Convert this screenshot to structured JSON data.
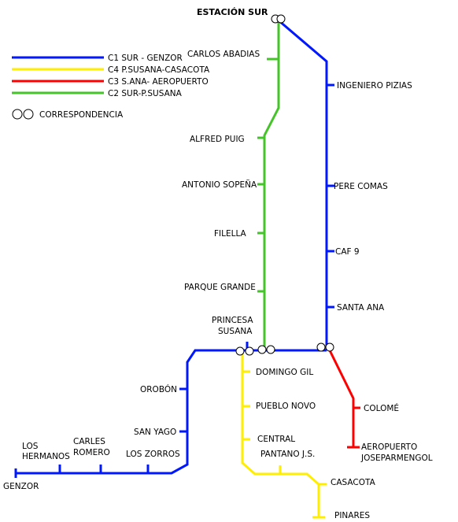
{
  "title": "ESTACIÓN SUR",
  "colors": {
    "c1": "#0018ff",
    "c2": "#44c428",
    "c3": "#ff0000",
    "c4": "#ffee00"
  },
  "legend": {
    "c1": "C1 SUR - GENZOR",
    "c4": "C4 P.SUSANA-CASACOTA",
    "c3": "C3 S.ANA- AEROPUERTO",
    "c2": "C2 SUR-P.SUSANA",
    "interchange": "CORRESPONDENCIA"
  },
  "stations": {
    "carlos_abadias": "CARLOS ABADIAS",
    "alfred_puig": "ALFRED PUIG",
    "antonio_sopena": "ANTONIO SOPEÑA",
    "filella": "FILELLA",
    "parque_grande": "PARQUE GRANDE",
    "princesa_1": "PRINCESA",
    "princesa_2": "SUSANA",
    "ingeniero_pizias": "INGENIERO PIZIAS",
    "pere_comas": "PERE COMAS",
    "caf9": "CAF 9",
    "santa_ana": "SANTA ANA",
    "colome": "COLOMÉ",
    "aeropuerto_1": "AEROPUERTO",
    "aeropuerto_2": "JOSEPARMENGOL",
    "domingo_gil": "DOMINGO GIL",
    "pueblo_novo": "PUEBLO NOVO",
    "central": "CENTRAL",
    "pantano": "PANTANO J.S.",
    "casacota": "CASACOTA",
    "pinares": "PINARES",
    "orobon": "OROBÓN",
    "san_yago": "SAN YAGO",
    "los_zorros": "LOS ZORROS",
    "carles_1": "CARLES",
    "carles_2": "ROMERO",
    "hermanos_1": "LOS",
    "hermanos_2": "HERMANOS",
    "genzor": "GENZOR"
  }
}
